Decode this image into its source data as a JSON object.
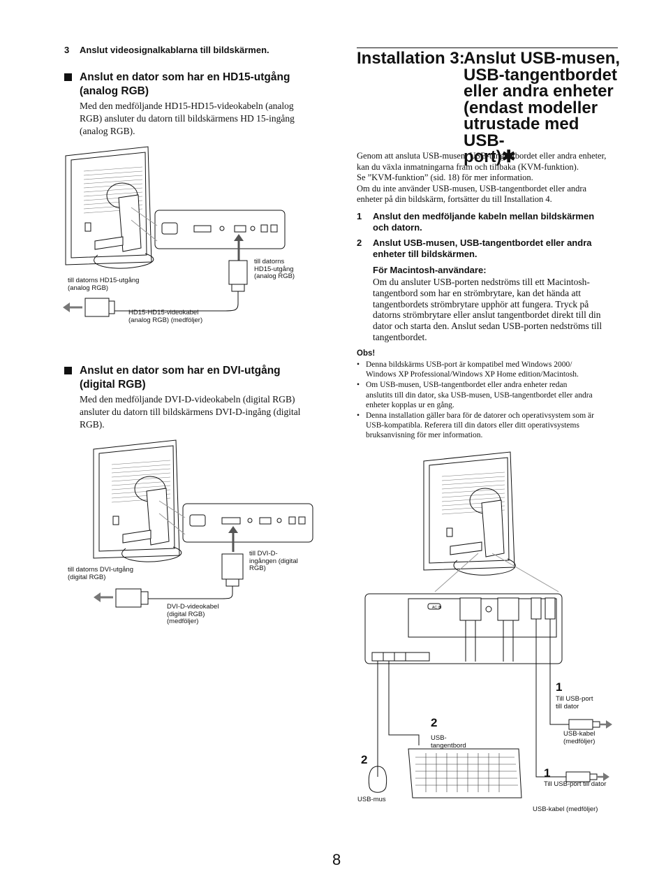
{
  "left": {
    "step3": {
      "num": "3",
      "text": "Anslut videosignalkablarna till bildskärmen."
    },
    "section1": {
      "heading_line1": "Anslut en dator som har en HD15-utgång",
      "heading_line2": "(analog RGB)",
      "body": [
        "Med den medföljande HD15-HD15-videokabeln (analog",
        "RGB) ansluter du datorn till bildskärmens HD 15-ingång",
        "(analog RGB)."
      ],
      "fig": {
        "label_pc": [
          "till datorns HD15-utgång",
          "(analog RGB)"
        ],
        "label_input": [
          "till datorns",
          "HD15-utgång",
          "(analog RGB)"
        ],
        "label_cable": [
          "HD15-HD15-videokabel",
          "(analog RGB) (medföljer)"
        ]
      }
    },
    "section2": {
      "heading_line1": "Anslut en dator som har en DVI-utgång",
      "heading_line2": "(digital RGB)",
      "body": [
        "Med den medföljande DVI-D-videokabeln (digital RGB)",
        "ansluter du datorn till bildskärmens DVI-D-ingång (digital",
        "RGB)."
      ],
      "fig": {
        "label_pc": [
          "till datorns DVI-utgång",
          "(digital RGB)"
        ],
        "label_input": [
          "till DVI-D-",
          "ingången (digital",
          "RGB)"
        ],
        "label_cable": [
          "DVI-D-videokabel",
          "(digital RGB)",
          "(medföljer)"
        ]
      }
    }
  },
  "right": {
    "title_lead": "Installation 3:",
    "title_lines": [
      "Anslut USB-musen,",
      "USB-tangentbordet",
      "eller andra enheter",
      "(endast modeller",
      "utrustade med USB-",
      "port)✱"
    ],
    "intro": [
      "Genom att ansluta USB-musen, USB-tangentbordet eller andra enheter,",
      "kan du växla inmatningarna fram och tillbaka (KVM-funktion).",
      "Se ”KVM-funktion” (sid. 18) för mer information.",
      "Om du inte använder USB-musen, USB-tangentbordet eller andra",
      "enheter på din bildskärm, fortsätter du till Installation 4."
    ],
    "steps": [
      {
        "n": "1",
        "lines": [
          "Anslut den medföljande kabeln mellan bildskärmen",
          "och datorn."
        ]
      },
      {
        "n": "2",
        "lines": [
          "Anslut USB-musen, USB-tangentbordet eller andra",
          "enheter till bildskärmen."
        ]
      }
    ],
    "mac_heading": "För Macintosh-användare:",
    "mac_text": [
      "Om du ansluter USB-porten nedströms till ett Macintosh-",
      "tangentbord som har en strömbrytare, kan det hända att",
      "tangentbordets strömbrytare upphör att fungera. Tryck på",
      "datorns strömbrytare eller anslut tangentbordet direkt till din",
      "dator och starta den. Anslut sedan USB-porten nedströms till",
      "tangentbordet."
    ],
    "obs_heading": "Obs!",
    "obs": [
      [
        "Denna bildskärms USB-port är kompatibel med Windows 2000/",
        "Windows XP Professional/Windows XP Home edition/Macintosh."
      ],
      [
        "Om USB-musen, USB-tangentbordet eller andra enheter redan",
        "anslutits till din dator, ska USB-musen, USB-tangentbordet eller andra",
        "enheter kopplas ur en gång."
      ],
      [
        "Denna installation gäller bara för de datorer och operativsystem som är",
        "USB-kompatibla. Referera till din dators eller ditt operativsystems",
        "bruksanvisning för mer information."
      ]
    ],
    "fig": {
      "ac_in": "AC IN",
      "num1a": "1",
      "label1a": [
        "Till USB-port",
        "till dator"
      ],
      "cable1a": [
        "USB-kabel",
        "(medföljer)"
      ],
      "num2a": "2",
      "label2a": [
        "USB-",
        "tangentbord"
      ],
      "num2b": "2",
      "label2b": "USB-mus",
      "num1b": "1",
      "label1b": "Till USB-port till dator",
      "cable1b": "USB-kabel (medföljer)"
    }
  },
  "page_number": "8"
}
